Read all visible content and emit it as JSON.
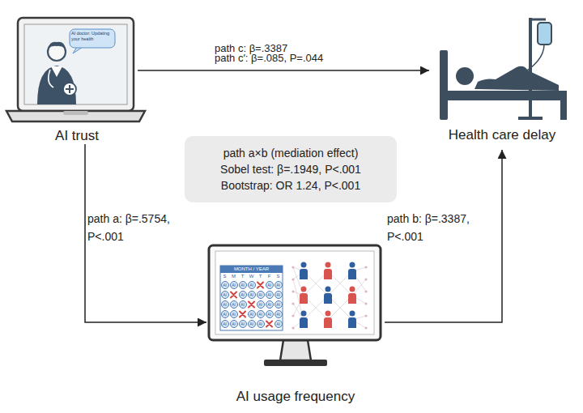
{
  "diagram": {
    "nodes": [
      {
        "text": [
          "AI trust"
        ]
      },
      {
        "text": [
          "Health care delay"
        ]
      },
      {
        "text": [
          "path a×b (mediation effect)",
          "Sobel test: β=.1949, P<.001",
          "Bootstrap: OR 1.24, P<.001"
        ]
      },
      {
        "text": [
          "AI usage frequency"
        ]
      }
    ],
    "edges": [
      {
        "from": 0,
        "to": 1,
        "label": "path c: β=.3387",
        "arrow": "to"
      },
      {
        "from": 0,
        "to": 3,
        "label": "path a: β=.5754, P<.001",
        "arrow": "to"
      },
      {
        "from": 3,
        "to": 1,
        "label": "path b: β=.3387, P<.001",
        "arrow": "to"
      }
    ],
    "labels": [
      "path c′: β=.085, P=.044",
      "AI doctor: Updating your health",
      "MONTH / YEAR",
      "S",
      "M",
      "T",
      "W",
      "T",
      "F",
      "S",
      "AI",
      "AI",
      "AI",
      "AI",
      "AI",
      "AI",
      "AI",
      "AI",
      "AI",
      "AI",
      "AI",
      "AI",
      "AI",
      "AI",
      "AI",
      "AI",
      "AI",
      "AI",
      "AI",
      "AI",
      "AI",
      "AI",
      "AI",
      "AI",
      "AI",
      "AI",
      "AI",
      "AI",
      "AI",
      "AI"
    ]
  }
}
